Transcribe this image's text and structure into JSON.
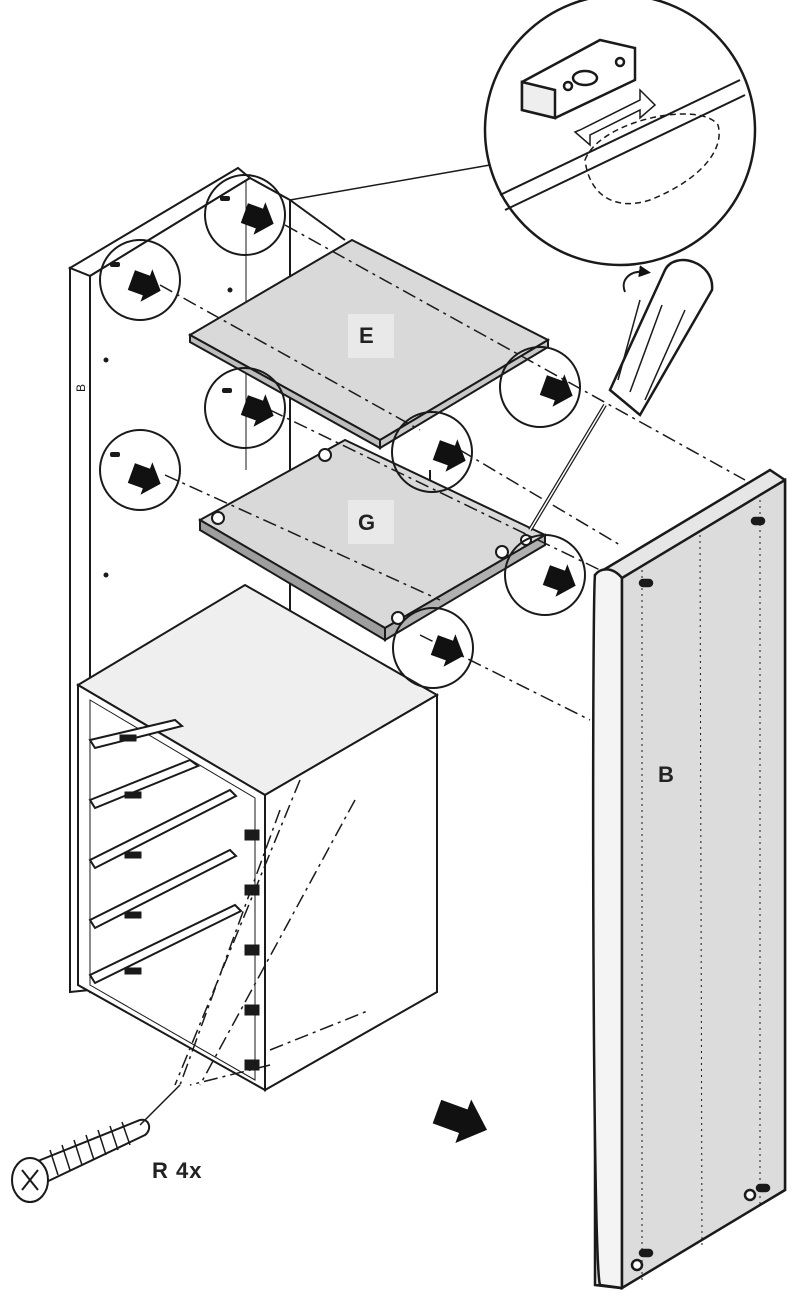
{
  "parts": {
    "shelf_top": "E",
    "shelf_bottom": "G",
    "side_panel": "B"
  },
  "hardware": {
    "screw": "R 4x"
  },
  "colors": {
    "panel_fill": "#d9d9d9",
    "side_fill": "#e6e6e6",
    "line": "#1a1a1a",
    "arrow": "#111111"
  },
  "icons": [
    "screwdriver-icon",
    "screw-icon",
    "cam-lock-detail-icon",
    "push-arrow-icon"
  ]
}
